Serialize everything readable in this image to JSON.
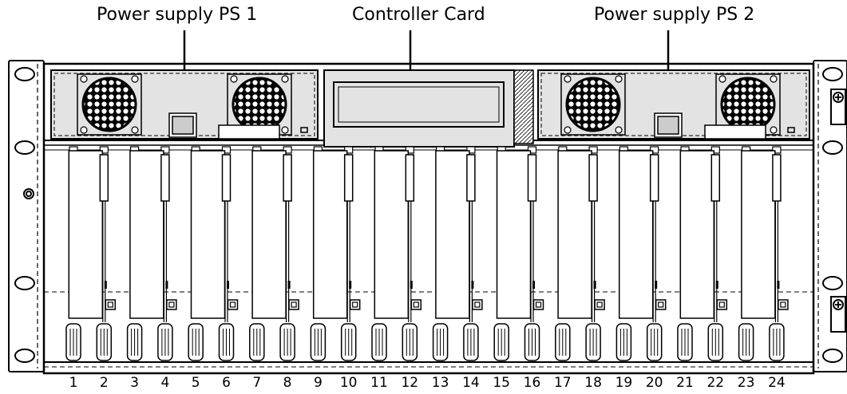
{
  "labels": {
    "ps1": "Power supply PS 1",
    "controller": "Controller Card",
    "ps2": "Power supply  PS 2"
  },
  "slots": [
    "1",
    "2",
    "3",
    "4",
    "5",
    "6",
    "7",
    "8",
    "9",
    "10",
    "11",
    "12",
    "13",
    "14",
    "15",
    "16",
    "17",
    "18",
    "19",
    "20",
    "21",
    "22",
    "23",
    "24"
  ]
}
